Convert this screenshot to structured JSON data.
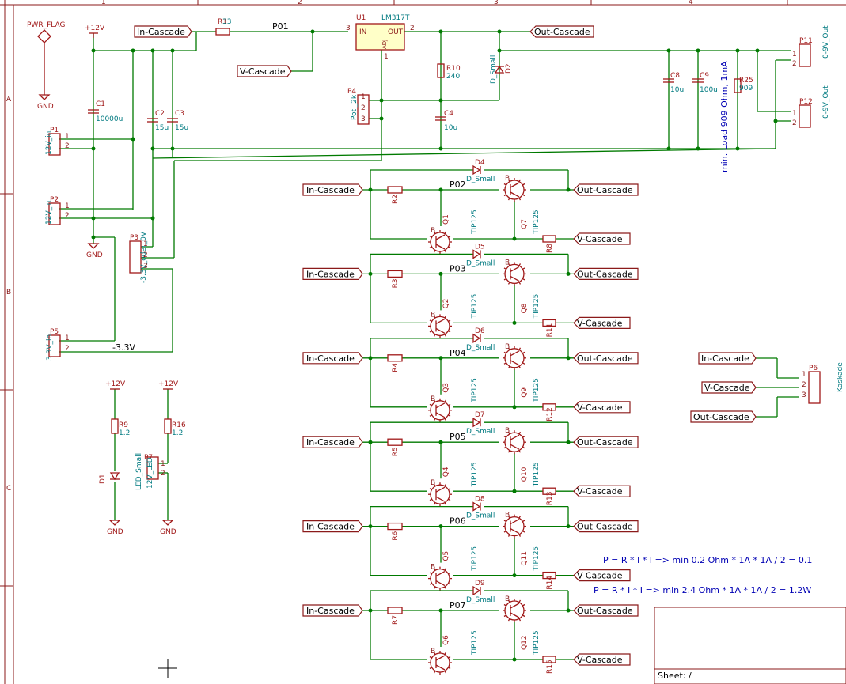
{
  "frame": {
    "cols": [
      "1",
      "2",
      "3",
      "4"
    ],
    "rows": [
      "A",
      "B",
      "C"
    ],
    "sheet_label": "Sheet: /"
  },
  "labels": {
    "in_cascade": "In-Cascade",
    "out_cascade": "Out-Cascade",
    "v_cascade": "V-Cascade"
  },
  "power": {
    "pwr_flag": "PWR_FLAG",
    "gnd": "GND",
    "v12": "+12V",
    "minus33": "-3.3V"
  },
  "nets": {
    "p01": "P01",
    "p02": "P02",
    "p03": "P03",
    "p04": "P04",
    "p05": "P05",
    "p06": "P06",
    "p07": "P07"
  },
  "components": {
    "r1": "R1",
    "r1_val": "33",
    "u1": "U1",
    "u1_part": "LM317T",
    "u1_in": "IN",
    "u1_out": "OUT",
    "u1_adj": "ADJ",
    "pin1": "1",
    "pin2": "2",
    "pin3": "3",
    "c1": "C1",
    "c1_val": "10000u",
    "c2": "C2",
    "c2_val": "15u",
    "c3": "C3",
    "c3_val": "15u",
    "c4": "C4",
    "c4_val": "10u",
    "c8": "C8",
    "c8_val": "10u",
    "c9": "C9",
    "c9_val": "100u",
    "r10": "R10",
    "r10_val": "240",
    "d2": "D2",
    "d_small": "D_Small",
    "p4": "P4",
    "p4_val": "Poti_2k",
    "p1": "P1",
    "p1_val": "12V_in",
    "p2": "P2",
    "p2_val": "12V_in",
    "p3": "P3",
    "p3_val": "-3.3V_oder_0V",
    "p5": "P5",
    "p5_val": "3.3V_in",
    "p11": "P11",
    "p11_val": "0-9V_Out",
    "p12": "P12",
    "p12_val": "0-9V_Out",
    "r25": "R25",
    "r25_val": "909",
    "load_note": "min. Load 909 Ohm, 1mA",
    "r9": "R9",
    "r9_val": "1.2",
    "r16": "R16",
    "r16_val": "1.2",
    "d1": "D1",
    "d1_val": "LED_Small",
    "p7": "P7",
    "p7_val": "12V_LED",
    "p6": "P6",
    "p6_val": "Kaskade",
    "tip125": "TIP125",
    "b": "B"
  },
  "stages": [
    {
      "net": "P02",
      "d": "D4",
      "r_in": "R2",
      "q_low": "Q1",
      "q_high": "Q7",
      "r_out": "R8"
    },
    {
      "net": "P03",
      "d": "D5",
      "r_in": "R3",
      "q_low": "Q2",
      "q_high": "Q8",
      "r_out": "R11"
    },
    {
      "net": "P04",
      "d": "D6",
      "r_in": "R4",
      "q_low": "Q3",
      "q_high": "Q9",
      "r_out": "R12"
    },
    {
      "net": "P05",
      "d": "D7",
      "r_in": "R5",
      "q_low": "Q4",
      "q_high": "Q10",
      "r_out": "R13"
    },
    {
      "net": "P06",
      "d": "D8",
      "r_in": "R6",
      "q_low": "Q5",
      "q_high": "Q11",
      "r_out": "R14"
    },
    {
      "net": "P07",
      "d": "D9",
      "r_in": "R7",
      "q_low": "Q6",
      "q_high": "Q12",
      "r_out": "R15"
    }
  ],
  "notes": {
    "power1": "P = R * I * I => min 0.2 Ohm * 1A * 1A / 2 = 0.1",
    "power2": "P = R * I * I => min 2.4 Ohm * 1A * 1A / 2 = 1.2W"
  },
  "colors": {
    "wire": "#007a00",
    "component": "#a01818",
    "value_text": "#007a80",
    "note_text": "#0000b4"
  }
}
